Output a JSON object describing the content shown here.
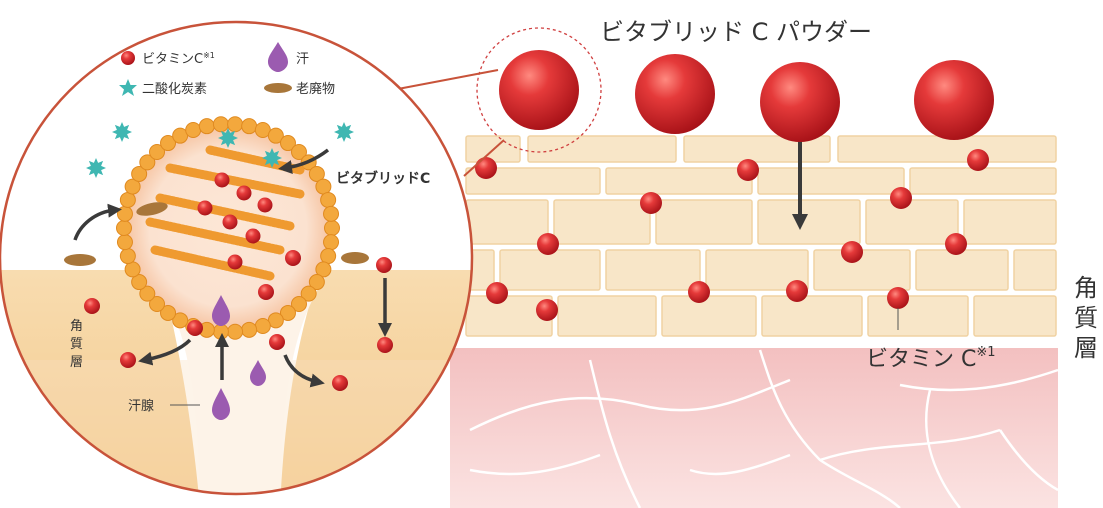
{
  "title": "ビタブリッド C パウダー",
  "legend": {
    "vitamin_c": "ビタミンC",
    "vitamin_c_note": "※1",
    "sweat": "汗",
    "co2": "二酸化炭素",
    "waste": "老廃物"
  },
  "zoom_labels": {
    "vitabrid_c": "ビタブリッドC",
    "stratum_corneum": [
      "角",
      "質",
      "層"
    ],
    "sweat_gland": "汗腺"
  },
  "skin_labels": {
    "vitamin_c": "ビタミン C",
    "vitamin_c_note": "※1",
    "stratum_corneum": [
      "角",
      "質",
      "層"
    ]
  },
  "colors": {
    "sphere_red": "#d8292e",
    "brick": "#f6e3c0",
    "brick_edge": "#efd0a0",
    "dermis": "#f6c9c8",
    "sweat_purple": "#9b5bb0",
    "co2_teal": "#3fb7b2",
    "waste_brown": "#a8763a",
    "circle_orange": "#f0a641",
    "zoom_border": "#c8533a"
  }
}
